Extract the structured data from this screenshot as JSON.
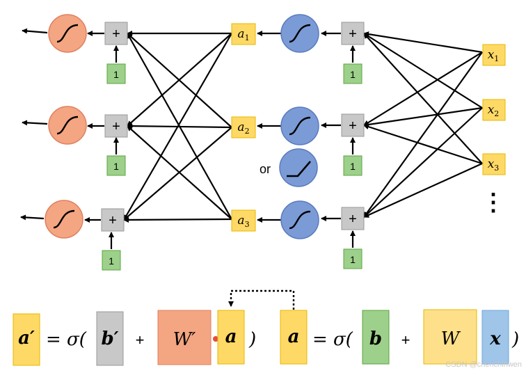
{
  "nodes": {
    "plus": "+",
    "one": "1",
    "or": "or",
    "dots": "⋮"
  },
  "hidden": {
    "a_base": "a",
    "subs": [
      "1",
      "2",
      "3"
    ]
  },
  "inputs": {
    "x_base": "x",
    "subs": [
      "1",
      "2",
      "3"
    ]
  },
  "equation": {
    "a_prime": "a′",
    "eq_sigma": "= σ(",
    "b_prime": "b′",
    "plus": "+",
    "w_prime": "W′",
    "a": "a",
    "close": ")",
    "b": "b",
    "w": "W",
    "x": "x"
  },
  "watermark": "CSDN @chenchihwen",
  "colors": {
    "output_sigmoid": "#f4a582",
    "hidden_sigmoid": "#7b9bd6",
    "sum_box": "#c8c8c8",
    "bias_box": "#9dd08a",
    "label_box": "#ffd966",
    "weight_out_box": "#f4a582",
    "weight_in_box": "#ffe08a",
    "x_box": "#9fc5e8"
  }
}
